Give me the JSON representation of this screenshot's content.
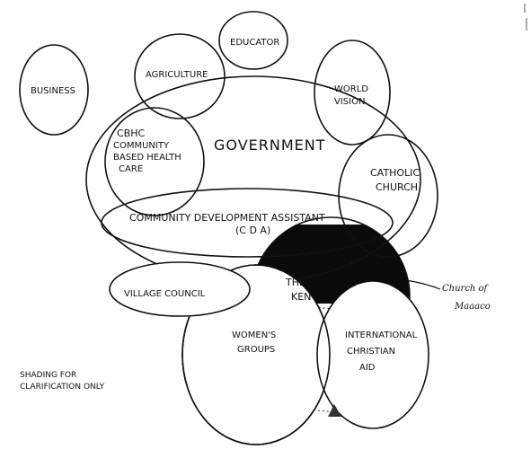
{
  "labels": {
    "business": "BUSINESS",
    "agriculture": "AGRICULTURE",
    "education": "EDUCATOR",
    "world_vision": [
      "WORLD",
      "VISION"
    ],
    "cbhc": [
      "CBHC",
      "COMMUNITY",
      "BASED HEALTH",
      "CARE"
    ],
    "government": "GOVERNMENT",
    "catholic_church": [
      "CATHOLIC",
      "CHURCH"
    ],
    "cda": [
      "COMMUNITY DEVELOPMENT ASSISTANT",
      "(C D A)"
    ],
    "village_council": "VILLAGE COUNCIL",
    "the_kenya": [
      "THE",
      "KEN"
    ],
    "womens_groups": [
      "WOMEN'S",
      "GROUPS"
    ],
    "international_christian_aid": [
      "INTERNATIONAL",
      "CHRISTIAN",
      "AID"
    ],
    "church_annotation": [
      "Church of",
      "Maaaco"
    ],
    "shading_note": [
      "SHADING FOR",
      "CLARIFICATION ONLY"
    ]
  },
  "colors": {
    "ink": "#111111",
    "shade": "#0b0b0b",
    "paper": "#ffffff"
  }
}
